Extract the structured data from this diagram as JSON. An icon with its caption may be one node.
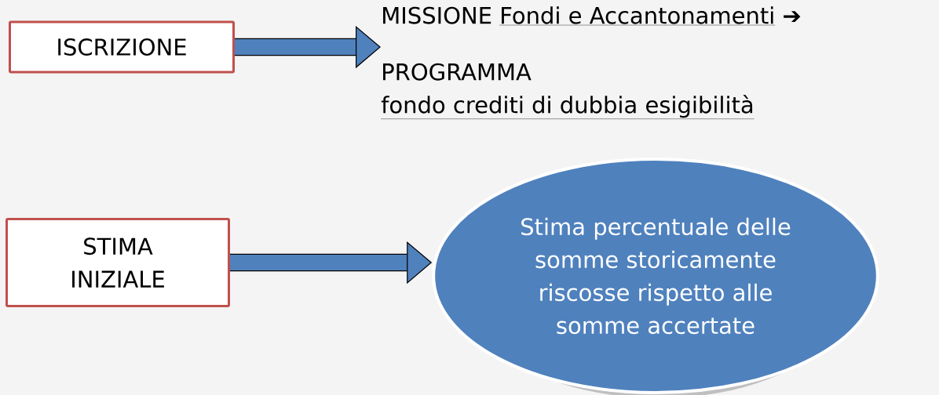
{
  "diagram": {
    "nodes": [
      {
        "text": [
          "ISCRIZIONE"
        ]
      },
      {
        "text": [
          "MISSIONE",
          "Fondi e Accantonamenti",
          "PROGRAMMA",
          "fondo crediti di dubbia esigibilità"
        ]
      },
      {
        "text": [
          "STIMA INIZIALE"
        ]
      },
      {
        "text": [
          "Stima percentuale delle somme storicamente riscosse rispetto alle somme accertate"
        ]
      }
    ],
    "edges": [
      {
        "from": 0,
        "to": 1,
        "arrow": "to"
      },
      {
        "from": 2,
        "to": 3,
        "arrow": "to"
      }
    ],
    "labels": [
      "➔"
    ]
  }
}
